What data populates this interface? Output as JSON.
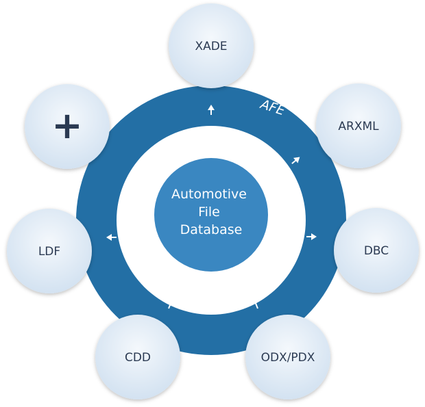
{
  "diagram": {
    "ring_label": "AFE",
    "center_label_lines": [
      "Automotive",
      "File",
      "Database"
    ],
    "satellites": [
      {
        "id": "xade",
        "label": "XADE"
      },
      {
        "id": "arxml",
        "label": "ARXML"
      },
      {
        "id": "dbc",
        "label": "DBC"
      },
      {
        "id": "odx-pdx",
        "label": "ODX/PDX"
      },
      {
        "id": "cdd",
        "label": "CDD"
      },
      {
        "id": "ldf",
        "label": "LDF"
      },
      {
        "id": "add",
        "label": "+"
      }
    ],
    "colors": {
      "ring": "#236fa5",
      "center": "#3a87c1",
      "satellite_fill": "#e3ecf6",
      "satellite_text": "#2b3a52",
      "arrow": "#ffffff"
    }
  }
}
